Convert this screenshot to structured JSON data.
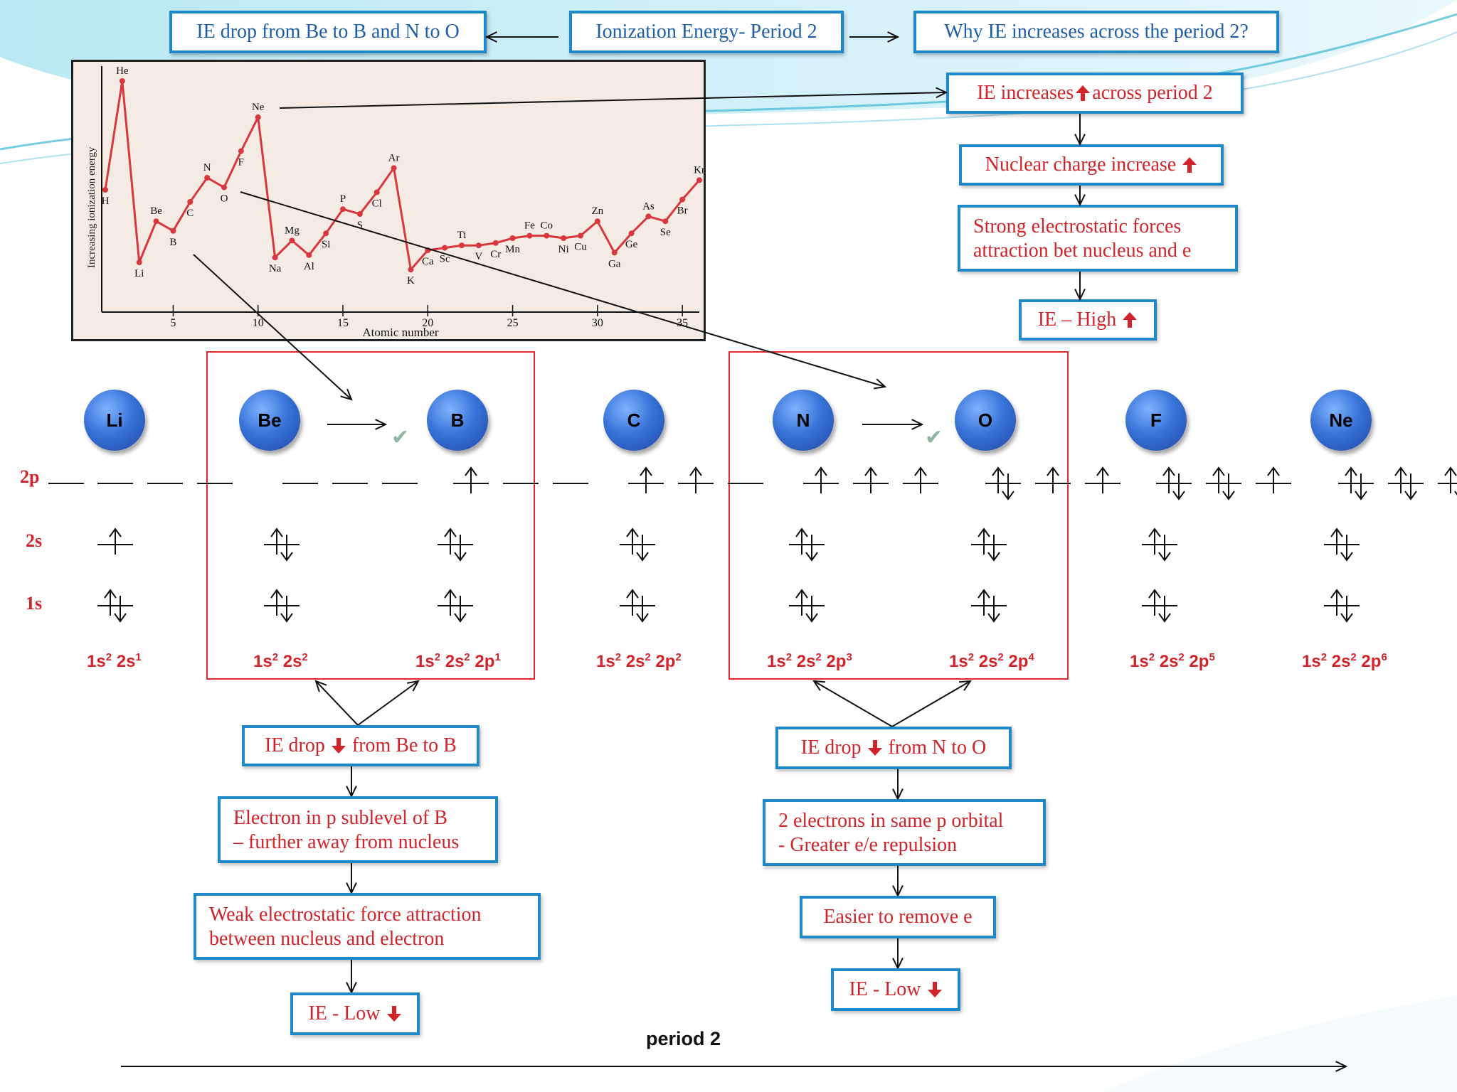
{
  "header": {
    "center_title": "Ionization Energy- Period 2",
    "left_title": "IE drop from Be to B and N to O",
    "right_title": "Why IE increases across the period 2?"
  },
  "right_chain": {
    "step1": "IE increases",
    "step1b": "across period 2",
    "step2": "Nuclear charge increase",
    "step3_line1": "Strong electrostatic forces",
    "step3_line2": "attraction bet nucleus and e",
    "step4": "IE – High"
  },
  "be_b_chain": {
    "step1a": "IE drop",
    "step1b": "from Be to B",
    "step2_line1": "Electron in p sublevel of B",
    "step2_line2": "– further away from nucleus",
    "step3_line1": "Weak electrostatic force attraction",
    "step3_line2": "between nucleus and electron",
    "step4": "IE - Low"
  },
  "n_o_chain": {
    "step1a": "IE drop",
    "step1b": "from N to O",
    "step2_line1": "2 electrons in same p orbital",
    "step2_line2": "- Greater e/e repulsion",
    "step3": "Easier to remove e",
    "step4": "IE - Low"
  },
  "sublevels": {
    "p2": "2p",
    "s2": "2s",
    "s1": "1s"
  },
  "elements": [
    {
      "symbol": "Li",
      "config": [
        "1s",
        "2",
        " 2s",
        "1",
        "",
        ""
      ]
    },
    {
      "symbol": "Be",
      "config": [
        "1s",
        "2",
        " 2s",
        "2",
        "",
        ""
      ]
    },
    {
      "symbol": "B",
      "config": [
        "1s",
        "2",
        " 2s",
        "2",
        " 2p",
        "1"
      ]
    },
    {
      "symbol": "C",
      "config": [
        "1s",
        "2",
        " 2s",
        "2",
        " 2p",
        "2"
      ]
    },
    {
      "symbol": "N",
      "config": [
        "1s",
        "2",
        " 2s",
        "2",
        " 2p",
        "3"
      ]
    },
    {
      "symbol": "O",
      "config": [
        "1s",
        "2",
        " 2s",
        "2",
        " 2p",
        "4"
      ]
    },
    {
      "symbol": "F",
      "config": [
        "1s",
        "2",
        " 2s",
        "2",
        " 2p",
        "5"
      ]
    },
    {
      "symbol": "Ne",
      "config": [
        "1s",
        "2",
        " 2s",
        "2",
        " 2p",
        "6"
      ]
    }
  ],
  "period_label": "period 2",
  "colors": {
    "accent_red": "#d1232a",
    "box_border": "#1e88c8",
    "title_blue": "#1e5ea8",
    "plot_line": "#d9363e"
  },
  "chart_data": {
    "type": "line",
    "ylabel": "Increasing ionization energy",
    "xlabel": "Atomic number",
    "x_ticks": [
      5,
      10,
      15,
      20,
      25,
      30,
      35
    ],
    "xlim": [
      1,
      36
    ],
    "ylim": [
      0,
      100
    ],
    "points": [
      {
        "z": 1,
        "label": "H",
        "y": 50
      },
      {
        "z": 2,
        "label": "He",
        "y": 95
      },
      {
        "z": 3,
        "label": "Li",
        "y": 20
      },
      {
        "z": 4,
        "label": "Be",
        "y": 37
      },
      {
        "z": 5,
        "label": "B",
        "y": 33
      },
      {
        "z": 6,
        "label": "C",
        "y": 45
      },
      {
        "z": 7,
        "label": "N",
        "y": 55
      },
      {
        "z": 8,
        "label": "O",
        "y": 51
      },
      {
        "z": 9,
        "label": "F",
        "y": 66
      },
      {
        "z": 10,
        "label": "Ne",
        "y": 80
      },
      {
        "z": 11,
        "label": "Na",
        "y": 22
      },
      {
        "z": 12,
        "label": "Mg",
        "y": 29
      },
      {
        "z": 13,
        "label": "Al",
        "y": 23
      },
      {
        "z": 14,
        "label": "Si",
        "y": 32
      },
      {
        "z": 15,
        "label": "P",
        "y": 42
      },
      {
        "z": 16,
        "label": "S",
        "y": 40
      },
      {
        "z": 17,
        "label": "Cl",
        "y": 49
      },
      {
        "z": 18,
        "label": "Ar",
        "y": 59
      },
      {
        "z": 19,
        "label": "K",
        "y": 17
      },
      {
        "z": 20,
        "label": "Ca",
        "y": 25
      },
      {
        "z": 21,
        "label": "Sc",
        "y": 26
      },
      {
        "z": 22,
        "label": "Ti",
        "y": 27
      },
      {
        "z": 23,
        "label": "V",
        "y": 27
      },
      {
        "z": 24,
        "label": "Cr",
        "y": 28
      },
      {
        "z": 25,
        "label": "Mn",
        "y": 30
      },
      {
        "z": 26,
        "label": "Fe",
        "y": 31
      },
      {
        "z": 27,
        "label": "Co",
        "y": 31
      },
      {
        "z": 28,
        "label": "Ni",
        "y": 30
      },
      {
        "z": 29,
        "label": "Cu",
        "y": 31
      },
      {
        "z": 30,
        "label": "Zn",
        "y": 37
      },
      {
        "z": 31,
        "label": "Ga",
        "y": 24
      },
      {
        "z": 32,
        "label": "Ge",
        "y": 32
      },
      {
        "z": 33,
        "label": "As",
        "y": 39
      },
      {
        "z": 34,
        "label": "Se",
        "y": 37
      },
      {
        "z": 35,
        "label": "Br",
        "y": 46
      },
      {
        "z": 36,
        "label": "Kr",
        "y": 54
      }
    ]
  }
}
